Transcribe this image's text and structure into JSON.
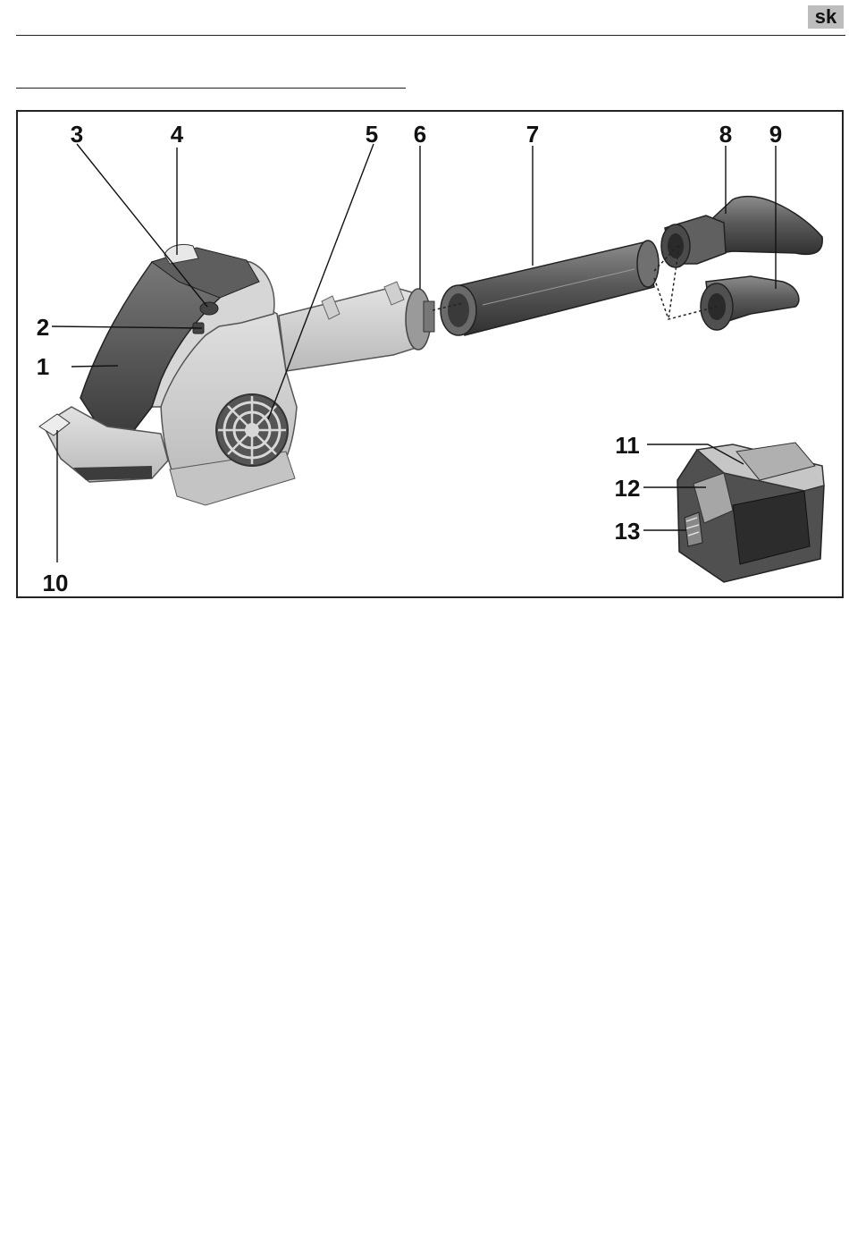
{
  "header": {
    "language_code": "sk"
  },
  "figure": {
    "callouts": [
      {
        "key": "c1",
        "label": "1"
      },
      {
        "key": "c2",
        "label": "2"
      },
      {
        "key": "c3",
        "label": "3"
      },
      {
        "key": "c4",
        "label": "4"
      },
      {
        "key": "c5",
        "label": "5"
      },
      {
        "key": "c6",
        "label": "6"
      },
      {
        "key": "c7",
        "label": "7"
      },
      {
        "key": "c8",
        "label": "8"
      },
      {
        "key": "c9",
        "label": "9"
      },
      {
        "key": "c10",
        "label": "10"
      },
      {
        "key": "c11",
        "label": "11"
      },
      {
        "key": "c12",
        "label": "12"
      },
      {
        "key": "c13",
        "label": "13"
      }
    ]
  }
}
